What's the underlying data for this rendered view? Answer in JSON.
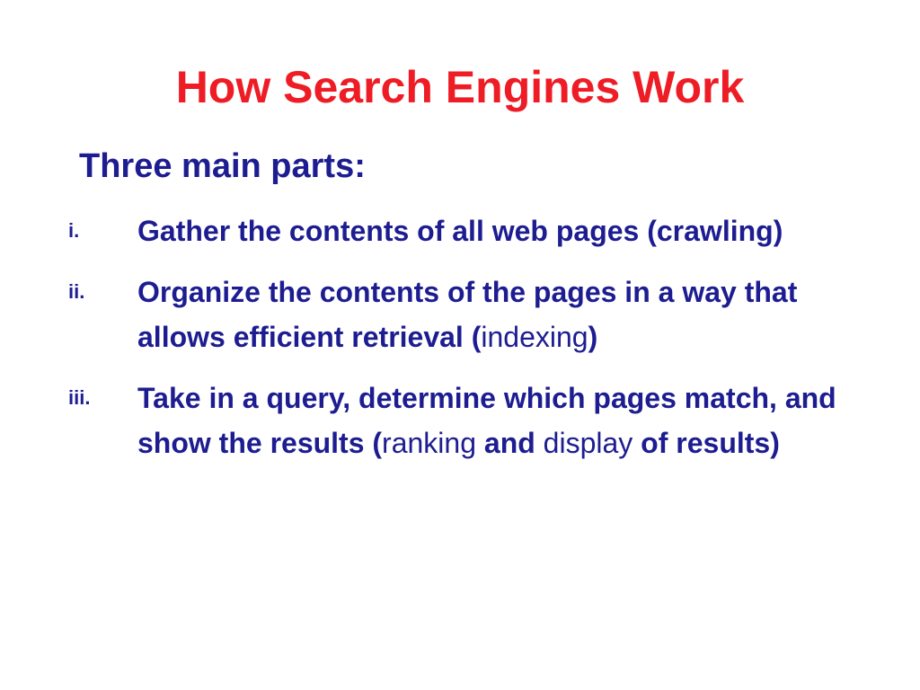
{
  "slide": {
    "title": "How Search Engines Work",
    "subtitle": "Three main parts:",
    "items": [
      {
        "marker": "i.",
        "text": "Gather the contents of all web pages (crawling)"
      },
      {
        "marker": "ii.",
        "text_before": "Organize the contents of the pages in a way that allows efficient retrieval (",
        "term": "indexing",
        "text_after": ")"
      },
      {
        "marker": "iii.",
        "text_before": " Take in a query, determine which pages match, and show the results (",
        "term1": "ranking",
        "text_mid": " and ",
        "term2": "display",
        "text_after": " of results)"
      }
    ],
    "colors": {
      "title": "#ee1c25",
      "body": "#1d1d91",
      "background": "#ffffff"
    }
  }
}
